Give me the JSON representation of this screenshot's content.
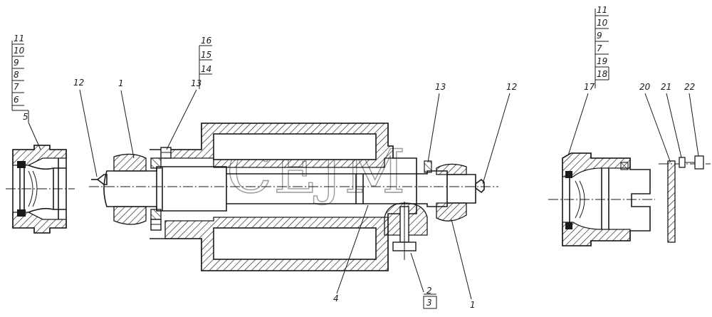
{
  "watermark": "CEJM",
  "labels": {
    "left_stack": [
      "11",
      "10",
      "9",
      "8",
      "7",
      "6"
    ],
    "left_part": "5",
    "p12_left": "12",
    "p1_top": "1",
    "p13_left": "13",
    "mid_stack": [
      "16",
      "15",
      "14"
    ],
    "p13_right": "13",
    "p12_right": "12",
    "p4": "4",
    "bottom_box_top": "2",
    "bottom_box_bottom": "3",
    "p1_bottom": "1",
    "right_stack": [
      "11",
      "10",
      "9",
      "7",
      "19",
      "18"
    ],
    "p17": "17",
    "p20": "20",
    "p21": "21",
    "p22": "22"
  }
}
